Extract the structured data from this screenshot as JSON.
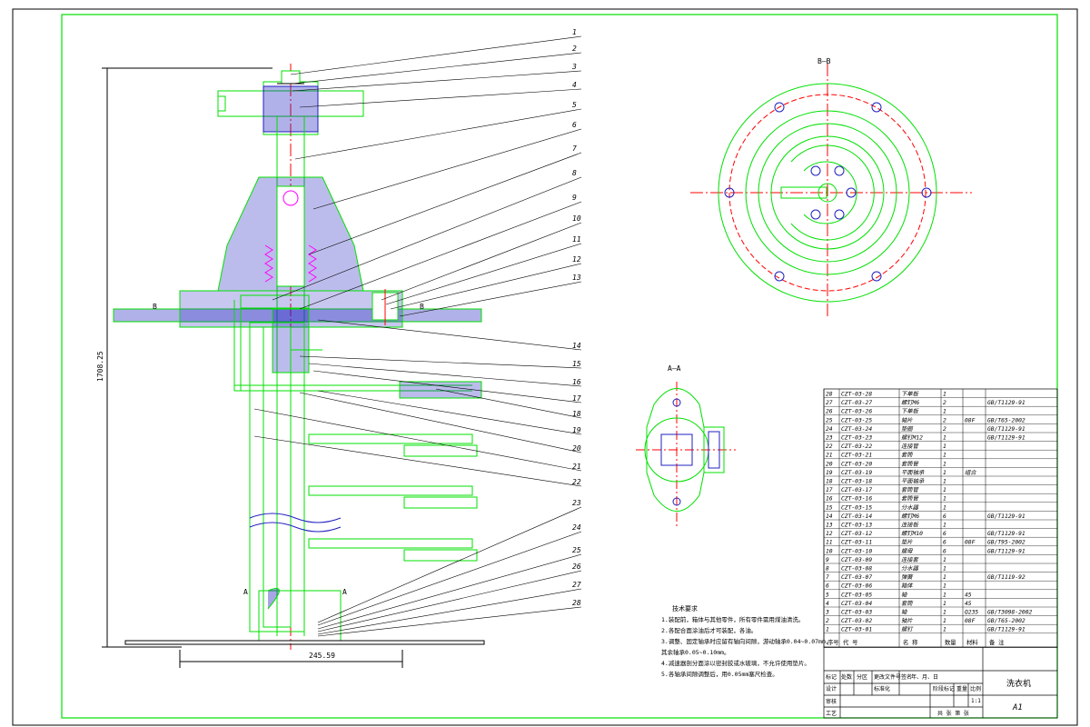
{
  "colors": {
    "line": "#00e000",
    "dark": "#000000",
    "blue": "#2020c0",
    "center": "#ff0000",
    "hatch": "#2020c0",
    "magenta": "#d000d0"
  },
  "balloons": [
    "1",
    "2",
    "3",
    "4",
    "5",
    "6",
    "7",
    "8",
    "9",
    "10",
    "11",
    "12",
    "13",
    "14",
    "15",
    "16",
    "17",
    "18",
    "19",
    "20",
    "21",
    "22",
    "23",
    "24",
    "25",
    "26",
    "27",
    "28"
  ],
  "dimensions": {
    "height": "1708.25",
    "width": "245.59"
  },
  "section_marks": {
    "bb_left": "B",
    "bb_right": "B",
    "aa_left": "A",
    "aa_right": "A"
  },
  "views": {
    "bb_title": "B—B",
    "aa_title": "A—A"
  },
  "notes": {
    "title": "技术要求",
    "lines": [
      "1.装配前，箱体与其他零件，所有零件需用煤油清洗。",
      "2.各配合面涂油后才可装配，各油。",
      "3.调整、固定轴承时应留有轴向间隙，游动轴承0.04~0.07mm，",
      "  其余轴承0.05~0.10mm。",
      "4.减速器剖分面涂以密封胶或水玻璃，不允许使用垫片。",
      "5.各轴承间隙调整后，用0.05mm塞尺检查。"
    ]
  },
  "bom": {
    "rows": [
      {
        "no": "28",
        "code": "CZT-03-28",
        "name": "下单板",
        "qty": "1",
        "mat": "",
        "note": ""
      },
      {
        "no": "27",
        "code": "CZT-03-27",
        "name": "螺钉M6",
        "qty": "2",
        "mat": "",
        "note": "GB/T1129-91"
      },
      {
        "no": "26",
        "code": "CZT-03-26",
        "name": "下单板",
        "qty": "1",
        "mat": "",
        "note": ""
      },
      {
        "no": "25",
        "code": "CZT-03-25",
        "name": "轴片",
        "qty": "2",
        "mat": "08F",
        "note": "GB/T65-2002"
      },
      {
        "no": "24",
        "code": "CZT-03-24",
        "name": "垫圈",
        "qty": "2",
        "mat": "",
        "note": "GB/T1129-91"
      },
      {
        "no": "23",
        "code": "CZT-03-23",
        "name": "螺钉M12",
        "qty": "1",
        "mat": "",
        "note": "GB/T1129-91"
      },
      {
        "no": "22",
        "code": "CZT-03-22",
        "name": "连接管",
        "qty": "1",
        "mat": "",
        "note": ""
      },
      {
        "no": "21",
        "code": "CZT-03-21",
        "name": "套筒",
        "qty": "1",
        "mat": "",
        "note": ""
      },
      {
        "no": "20",
        "code": "CZT-03-20",
        "name": "套筒管",
        "qty": "1",
        "mat": "",
        "note": ""
      },
      {
        "no": "19",
        "code": "CZT-03-19",
        "name": "平面轴承",
        "qty": "1",
        "mat": "组合",
        "note": ""
      },
      {
        "no": "18",
        "code": "CZT-03-18",
        "name": "平面轴承",
        "qty": "1",
        "mat": "",
        "note": ""
      },
      {
        "no": "17",
        "code": "CZT-03-17",
        "name": "套筒管",
        "qty": "1",
        "mat": "",
        "note": ""
      },
      {
        "no": "16",
        "code": "CZT-03-16",
        "name": "套筒管",
        "qty": "1",
        "mat": "",
        "note": ""
      },
      {
        "no": "15",
        "code": "CZT-03-15",
        "name": "分水器",
        "qty": "1",
        "mat": "",
        "note": ""
      },
      {
        "no": "14",
        "code": "CZT-03-14",
        "name": "螺钉M6",
        "qty": "6",
        "mat": "",
        "note": "GB/T1129-91"
      },
      {
        "no": "13",
        "code": "CZT-03-13",
        "name": "连接板",
        "qty": "1",
        "mat": "",
        "note": ""
      },
      {
        "no": "12",
        "code": "CZT-03-12",
        "name": "螺钉M10",
        "qty": "6",
        "mat": "",
        "note": "GB/T1129-91"
      },
      {
        "no": "11",
        "code": "CZT-03-11",
        "name": "垫片",
        "qty": "6",
        "mat": "08F",
        "note": "GB/T95-2002"
      },
      {
        "no": "10",
        "code": "CZT-03-10",
        "name": "螺母",
        "qty": "6",
        "mat": "",
        "note": "GB/T1129-91"
      },
      {
        "no": "9",
        "code": "CZT-03-09",
        "name": "连接套",
        "qty": "1",
        "mat": "",
        "note": ""
      },
      {
        "no": "8",
        "code": "CZT-03-08",
        "name": "分水器",
        "qty": "1",
        "mat": "",
        "note": ""
      },
      {
        "no": "7",
        "code": "CZT-03-07",
        "name": "弹簧",
        "qty": "1",
        "mat": "",
        "note": "GB/T1119-92"
      },
      {
        "no": "6",
        "code": "CZT-03-06",
        "name": "箱体",
        "qty": "1",
        "mat": "",
        "note": ""
      },
      {
        "no": "5",
        "code": "CZT-03-05",
        "name": "轴",
        "qty": "1",
        "mat": "45",
        "note": ""
      },
      {
        "no": "4",
        "code": "CZT-03-04",
        "name": "套筒",
        "qty": "1",
        "mat": "45",
        "note": ""
      },
      {
        "no": "3",
        "code": "CZT-03-03",
        "name": "轴",
        "qty": "1",
        "mat": "Q235",
        "note": "GB/T3098-2002"
      },
      {
        "no": "2",
        "code": "CZT-03-02",
        "name": "轴片",
        "qty": "1",
        "mat": "08F",
        "note": "GB/T65-2002"
      },
      {
        "no": "1",
        "code": "CZT-03-01",
        "name": "螺钉",
        "qty": "1",
        "mat": "",
        "note": "GB/T1129-91"
      }
    ],
    "header": {
      "no": "序号",
      "code": "代 号",
      "name": "名 称",
      "qty": "数量",
      "mat": "材料",
      "note": "备 注"
    }
  },
  "title_block": {
    "drawing_name": "洗衣机",
    "scale": "1:1",
    "size": "A1",
    "row1": [
      "标记",
      "处数",
      "分区",
      "更改文件号",
      "签名",
      "年、月、日"
    ],
    "row2": [
      "设计",
      "标准化"
    ],
    "row3": [
      "审核"
    ],
    "row4": [
      "工艺"
    ],
    "stage": [
      "阶段标记",
      "重量",
      "比例"
    ],
    "sheets": "共 张 第 张"
  }
}
